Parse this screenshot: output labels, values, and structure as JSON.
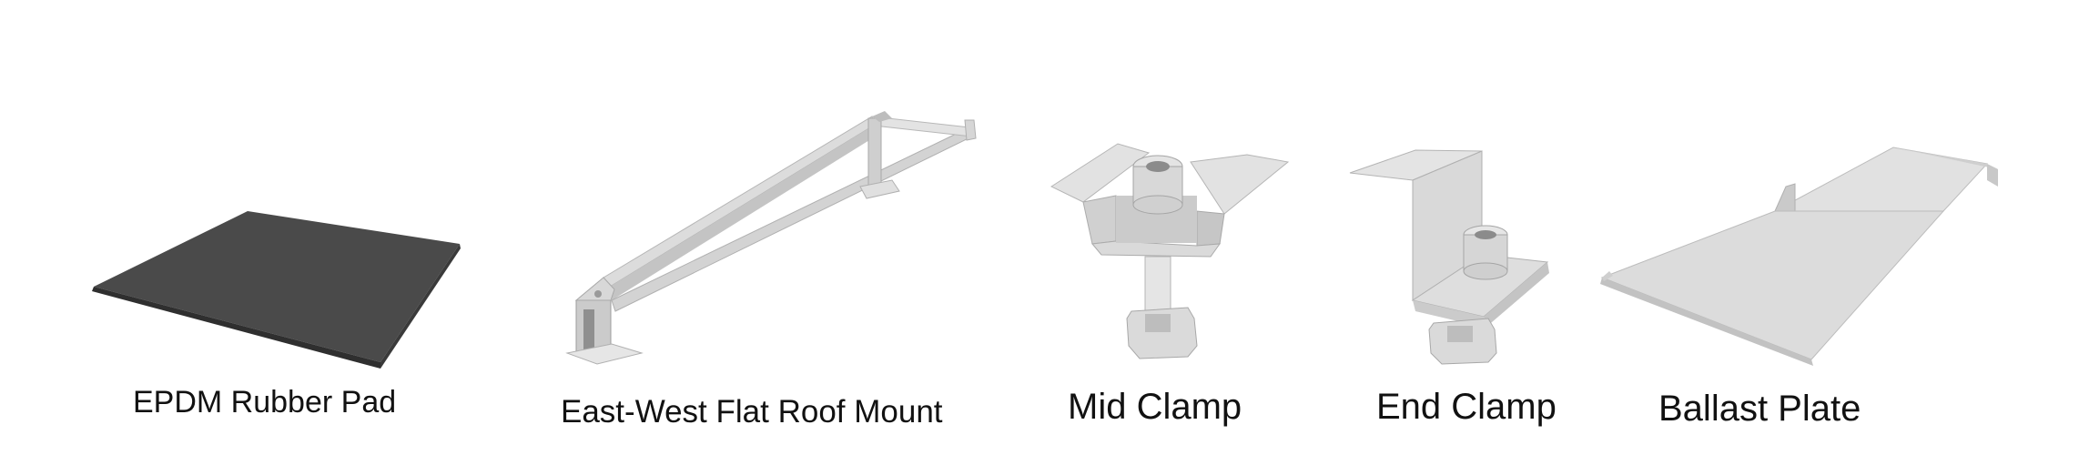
{
  "products": [
    {
      "label": "EPDM Rubber Pad"
    },
    {
      "label": "East-West Flat Roof Mount"
    },
    {
      "label": "Mid Clamp"
    },
    {
      "label": "End Clamp"
    },
    {
      "label": "Ballast Plate"
    }
  ],
  "colors": {
    "rubber": "#4a4a4a",
    "aluminum_light": "#e6e6e6",
    "aluminum_mid": "#cfcfcf",
    "aluminum_dark": "#a9a9a9",
    "caption_text": "#111111"
  }
}
